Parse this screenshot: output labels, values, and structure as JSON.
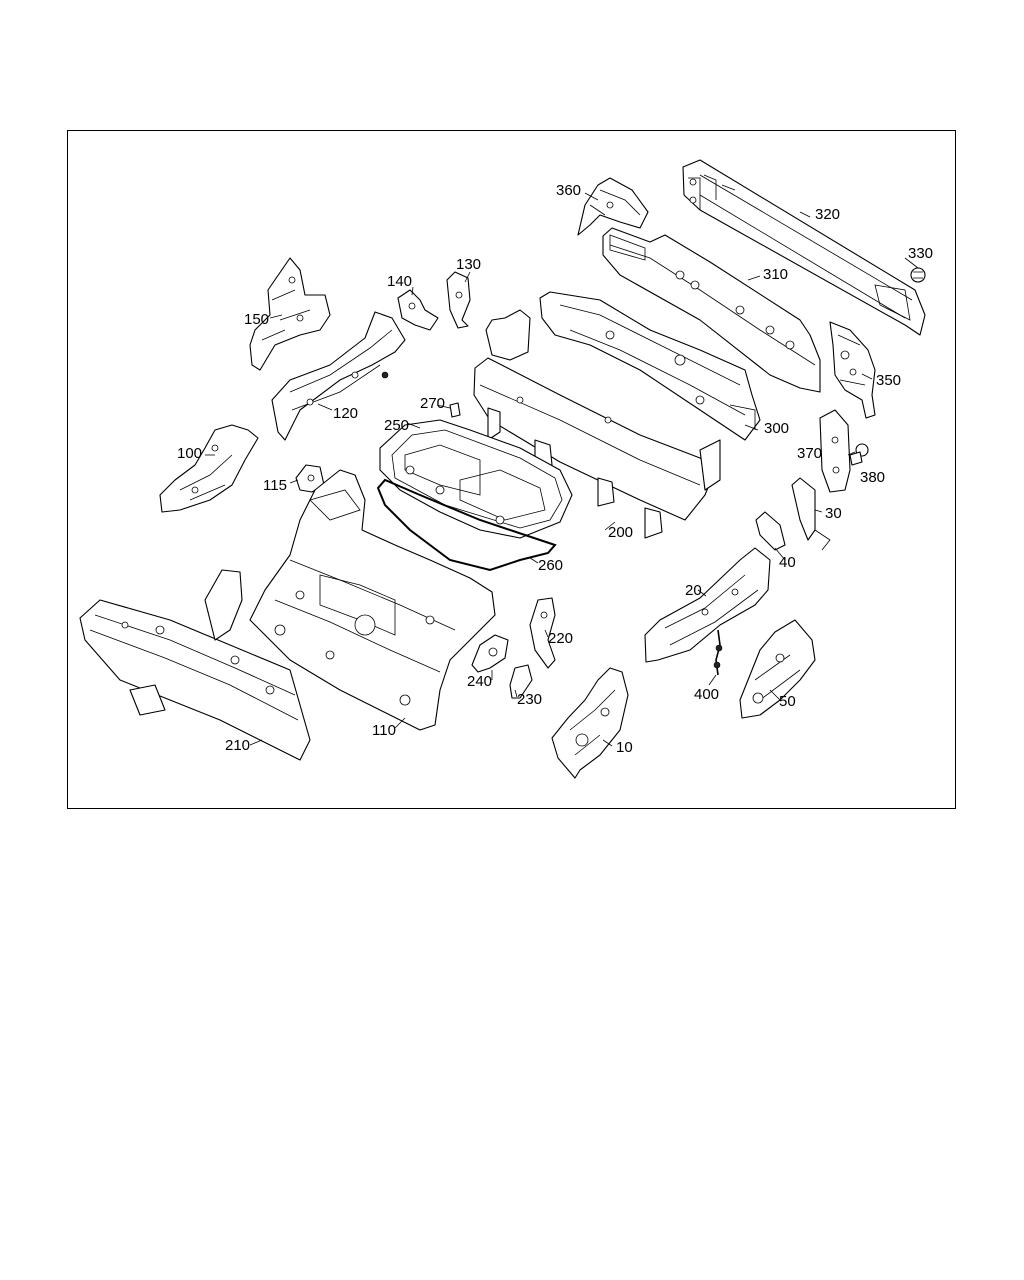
{
  "diagram": {
    "callouts": {
      "c10": "10",
      "c20": "20",
      "c30": "30",
      "c40": "40",
      "c50": "50",
      "c100": "100",
      "c110": "110",
      "c115": "115",
      "c120": "120",
      "c130": "130",
      "c140": "140",
      "c150": "150",
      "c200": "200",
      "c210": "210",
      "c220": "220",
      "c230": "230",
      "c240": "240",
      "c250": "250",
      "c260": "260",
      "c270": "270",
      "c300": "300",
      "c310": "310",
      "c320": "320",
      "c330": "330",
      "c350": "350",
      "c360": "360",
      "c370": "370",
      "c380": "380",
      "c400": "400"
    }
  }
}
